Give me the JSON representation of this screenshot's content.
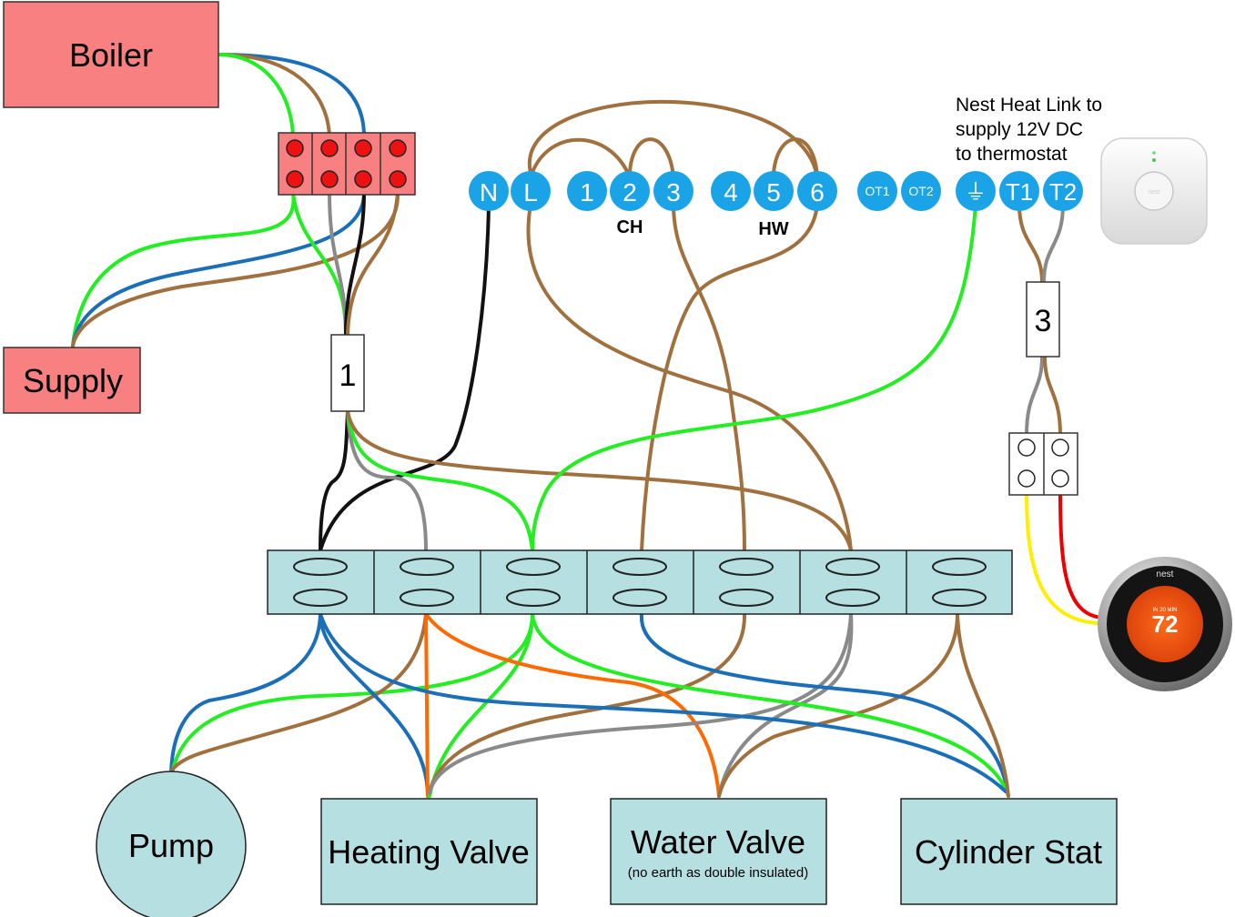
{
  "components": {
    "boiler": "Boiler",
    "supply": "Supply",
    "pump": "Pump",
    "heating_valve": "Heating Valve",
    "water_valve": "Water Valve",
    "water_valve_note": "(no earth as double insulated)",
    "cylinder_stat": "Cylinder Stat"
  },
  "junctions": {
    "j1": "1",
    "j3": "3"
  },
  "heatlink": {
    "note_line1": "Nest Heat Link to",
    "note_line2": "supply 12V DC",
    "note_line3": "to thermostat",
    "terminals": {
      "n": "N",
      "l": "L",
      "t1": "1",
      "t2": "2",
      "t3": "3",
      "t4": "4",
      "t5": "5",
      "t6": "6",
      "ot1": "OT1",
      "ot2": "OT2",
      "earth": "⏚",
      "tt1": "T1",
      "tt2": "T2"
    },
    "group_ch": "CH",
    "group_hw": "HW",
    "device_logo": "nest"
  },
  "thermostat": {
    "brand": "nest",
    "mode_text": "IN 20 MIN",
    "temperature": "72"
  },
  "colors": {
    "label_box": "#f88080",
    "component_box": "#b5dfe0",
    "terminal": "#1aa3e6",
    "wire_brown": "#a0713e",
    "wire_blue": "#1a6fb8",
    "wire_green": "#22ee22",
    "wire_grey": "#8a8a8a",
    "wire_black": "#111111",
    "wire_orange": "#ff6a00",
    "wire_yellow": "#ffee00",
    "wire_red": "#ee0000"
  }
}
